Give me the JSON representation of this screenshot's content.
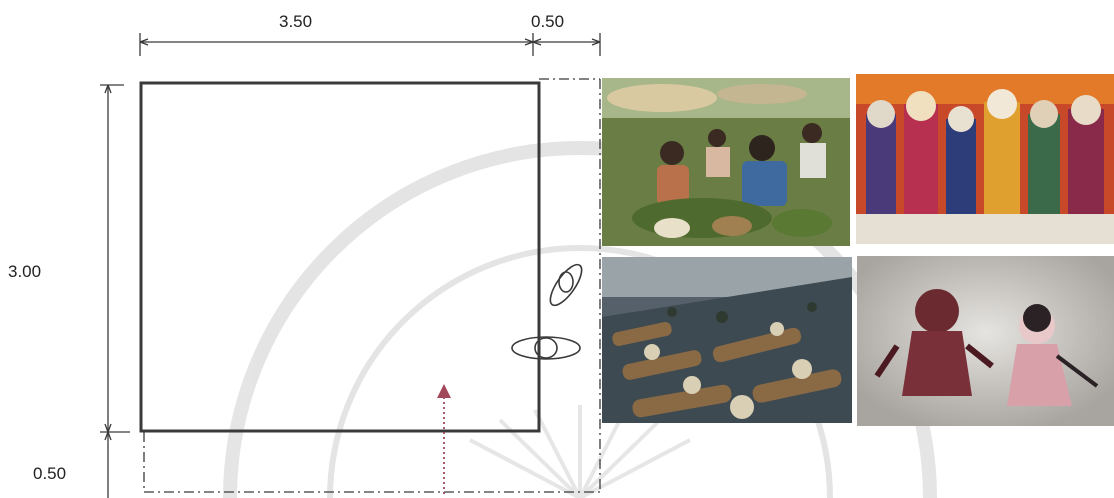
{
  "dimensions": {
    "width_main": "3.50",
    "width_side": "0.50",
    "height_main": "3.00",
    "height_bottom": "0.50"
  },
  "photos": [
    {
      "subject": "market-scene",
      "palette": [
        "#5e7a3a",
        "#c79a6b",
        "#3f5a2a",
        "#e8d8b0"
      ]
    },
    {
      "subject": "masked-festival",
      "palette": [
        "#b23a1e",
        "#e07a20",
        "#2c3d7a",
        "#e9e2d0"
      ]
    },
    {
      "subject": "floating-market",
      "palette": [
        "#4a5560",
        "#8a6a44",
        "#c8c0a8",
        "#2e3a30"
      ]
    },
    {
      "subject": "shadow-puppets",
      "palette": [
        "#c9c6c0",
        "#6a2a30",
        "#d8a0a8",
        "#2a2225"
      ]
    }
  ],
  "colors": {
    "line": "#3a3a3a",
    "arrow": "#a1485a",
    "watermark": "#d9d9d9"
  }
}
